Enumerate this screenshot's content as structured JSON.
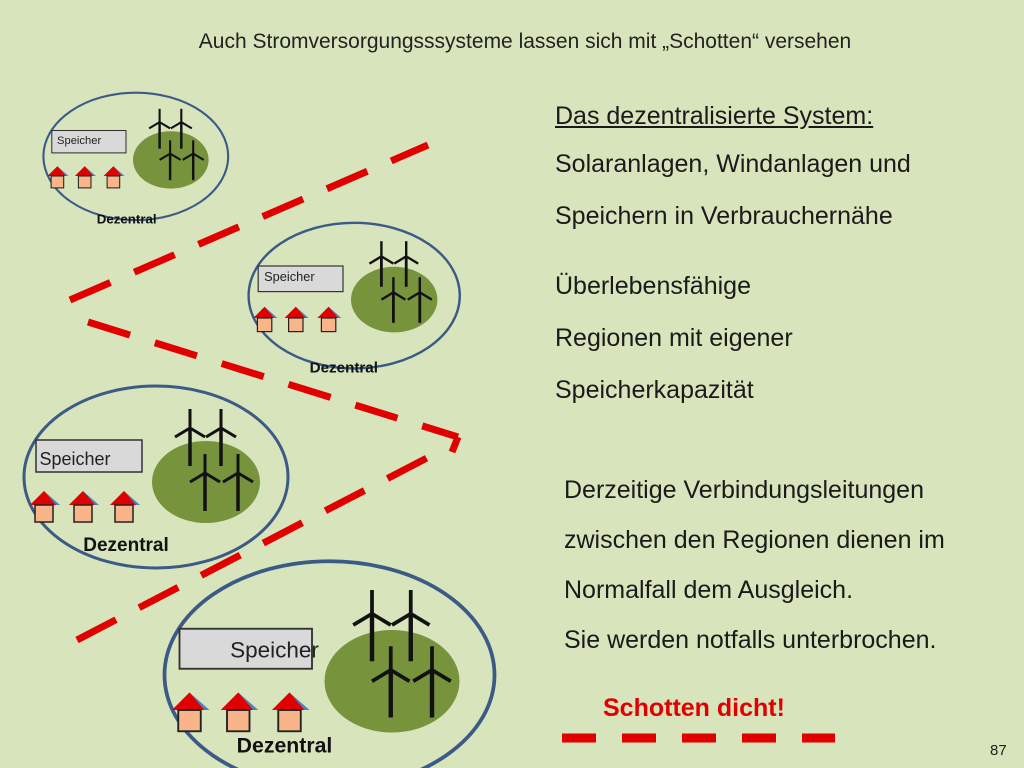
{
  "title": "Auch Stromversorgungsssysteme lassen sich mit „Schotten“ versehen",
  "heading": "Das dezentralisierte System:",
  "paragraph1": [
    "Solaranlagen, Windanlagen und",
    "Speichern in Verbrauchernähe"
  ],
  "paragraph2": [
    "Überlebensfähige",
    "Regionen mit eigener",
    "Speicherkapazität"
  ],
  "paragraph3": [
    "Derzeitige Verbindungsleitungen",
    "zwischen den Regionen dienen im",
    "Normalfall dem Ausgleich.",
    "Sie werden notfalls unterbrochen."
  ],
  "schotten_label": "Schotten dicht!",
  "slide_number": "87",
  "regions": [
    {
      "storage_label": "Speicher",
      "label": "Dezentral"
    },
    {
      "storage_label": "Speicher",
      "label": "Dezentral"
    },
    {
      "storage_label": "Speicher",
      "label": "Dezentral"
    },
    {
      "storage_label": "Speicher",
      "label": "Dezentral"
    }
  ],
  "colors": {
    "background": "#d8e4bc",
    "region_outline": "#3b5b86",
    "wind_park": "#77933c",
    "house_roof": "#e00000",
    "house_roof_shadow": "#4f81bd",
    "house_body": "#f9b58a",
    "storage_box": "#d9d9d9",
    "cut_line": "#e00000"
  },
  "icons": [
    "wind-turbine-icon",
    "house-icon",
    "storage-box-icon"
  ]
}
